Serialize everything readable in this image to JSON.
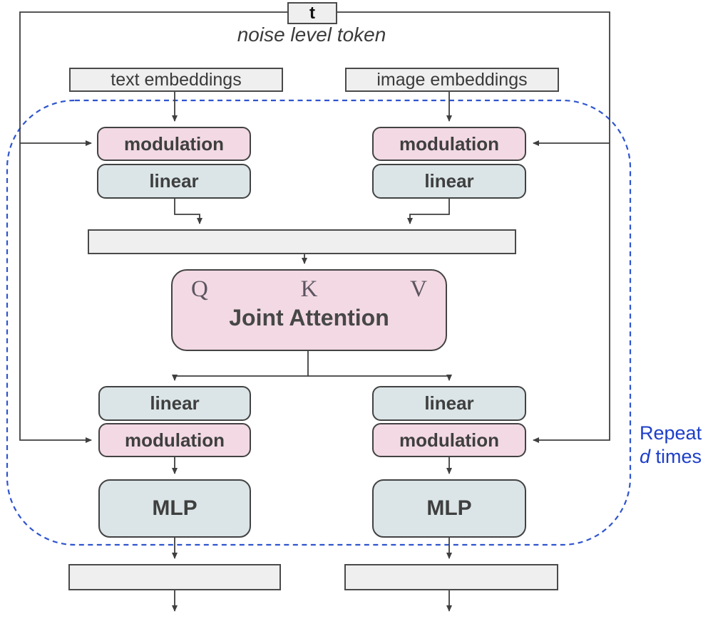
{
  "diagram": {
    "noise_token": {
      "label": "t",
      "caption": "noise level token"
    },
    "inputs": {
      "text": "text embeddings",
      "image": "image embeddings"
    },
    "text_stream": {
      "modulation_pre": "modulation",
      "linear_pre": "linear",
      "linear_post": "linear",
      "modulation_post": "modulation",
      "mlp": "MLP"
    },
    "image_stream": {
      "modulation_pre": "modulation",
      "linear_pre": "linear",
      "linear_post": "linear",
      "modulation_post": "modulation",
      "mlp": "MLP"
    },
    "attention": {
      "q": "Q",
      "k": "K",
      "v": "V",
      "title": "Joint Attention"
    },
    "repeat_note": {
      "line1": "Repeat",
      "d": "d",
      "times": " times"
    },
    "colors": {
      "pink_fill": "#f2d9e3",
      "teal_fill": "#dbe5e7",
      "gray_fill": "#efefef",
      "box_border": "#424242",
      "wire": "#3f3f3f",
      "dashed_loop_blue": "#2f55cf",
      "note_blue": "#1d3fca"
    }
  }
}
